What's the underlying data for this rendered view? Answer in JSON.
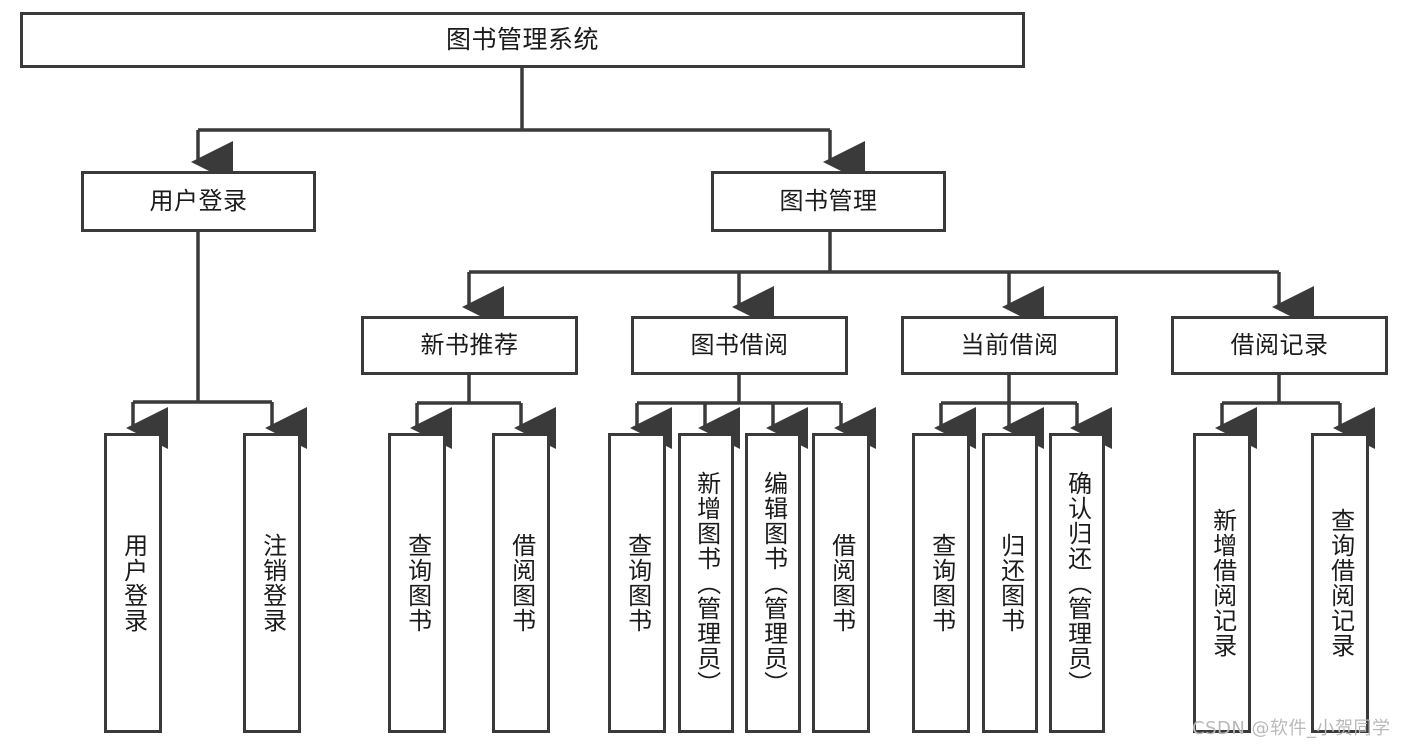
{
  "diagram": {
    "title": "图书管理系统",
    "watermark": "CSDN @软件_小贺同学",
    "stroke_color": "#3a3a3a",
    "text_color": "#1b1b1b",
    "background_color": "#ffffff",
    "watermark_color": "#b9b9b9",
    "type": "tree-hierarchy-chart"
  },
  "nodes": {
    "root": {
      "label": "图书管理系统"
    },
    "level2": [
      {
        "label": "用户登录"
      },
      {
        "label": "图书管理"
      }
    ],
    "level3": [
      {
        "label": "新书推荐"
      },
      {
        "label": "图书借阅"
      },
      {
        "label": "当前借阅"
      },
      {
        "label": "借阅记录"
      }
    ],
    "leaves": {
      "user_login": [
        {
          "label": "用户登录"
        },
        {
          "label": "注销登录"
        }
      ],
      "new_book_recommend": [
        {
          "label": "查询图书"
        },
        {
          "label": "借阅图书"
        }
      ],
      "book_borrow": [
        {
          "label": "查询图书"
        },
        {
          "label": "新增图书（管理员）"
        },
        {
          "label": "编辑图书（管理员）"
        },
        {
          "label": "借阅图书"
        }
      ],
      "current_borrow": [
        {
          "label": "查询图书"
        },
        {
          "label": "归还图书"
        },
        {
          "label": "确认归还（管理员）"
        }
      ],
      "borrow_record": [
        {
          "label": "新增借阅记录"
        },
        {
          "label": "查询借阅记录"
        }
      ]
    }
  }
}
